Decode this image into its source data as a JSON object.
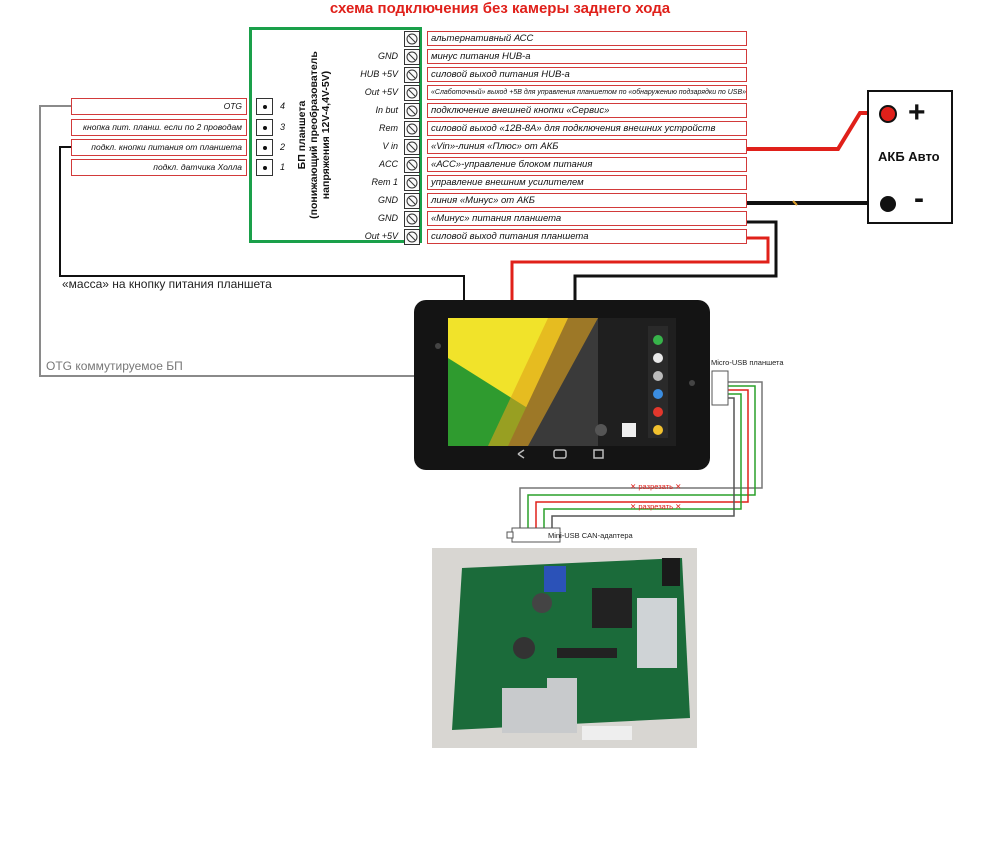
{
  "title": "схема подключения без камеры заднего хода",
  "module": {
    "label_lines": [
      "БП планшета",
      "(понижающий преобразователь",
      "напряжения 12V-4,4V-5V)"
    ]
  },
  "right_pins": [
    {
      "pin": "",
      "desc": "альтернативный АСС"
    },
    {
      "pin": "GND",
      "desc": "минус питания HUB-а"
    },
    {
      "pin": "HUB +5V",
      "desc": "силовой выход питания HUB-а"
    },
    {
      "pin": "Out +5V",
      "desc": "«Слаботочный» выход +5В для управления планшетом по «обнаружению подзарядки по USB»"
    },
    {
      "pin": "In but",
      "desc": "подключение внешней кнопки «Сервис»"
    },
    {
      "pin": "Rem",
      "desc": "силовой выход «12В-8А» для подключения внешних устройств"
    },
    {
      "pin": "V in",
      "desc": "«Vin»-линия «Плюс» от АКБ"
    },
    {
      "pin": "ACC",
      "desc": "«АСС»-управление блоком питания"
    },
    {
      "pin": "Rem 1",
      "desc": "управление внешним усилителем"
    },
    {
      "pin": "GND",
      "desc": "линия «Минус» от АКБ"
    },
    {
      "pin": "GND",
      "desc": "«Минус» питания планшета"
    },
    {
      "pin": "Out +5V",
      "desc": "силовой выход питания планшета"
    }
  ],
  "left_pins": [
    {
      "label": "OTG",
      "num": "4"
    },
    {
      "label": "кнопка пит. планш. если по 2 проводам",
      "num": "3"
    },
    {
      "label": "подкл. кнопки питания от планшета",
      "num": "2"
    },
    {
      "label": "подкл. датчика Холла",
      "num": "1"
    }
  ],
  "battery": {
    "plus": "+",
    "label": "АКБ Авто",
    "minus": "-"
  },
  "notes": {
    "ground_button": "«масса» на кнопку питания планшета",
    "otg": "OTG коммутируемое БП",
    "micro_usb": "Micro-USB планшета",
    "mini_usb": "Mini-USB CAN-адаптера",
    "cut1": "✕ разрезать ✕",
    "cut2": "✕ разрезать ✕"
  },
  "colors": {
    "module_border": "#1aa04a",
    "title": "#e0201a",
    "wire_red": "#e0201a",
    "wire_black": "#111111",
    "wire_gray": "#8a8a8a",
    "wire_green": "#2aa02a"
  },
  "icons": [
    "terminal-screw-icon",
    "pin-dot-icon",
    "battery-plus-terminal-icon",
    "battery-minus-terminal-icon",
    "tablet-device",
    "can-adapter-board"
  ]
}
